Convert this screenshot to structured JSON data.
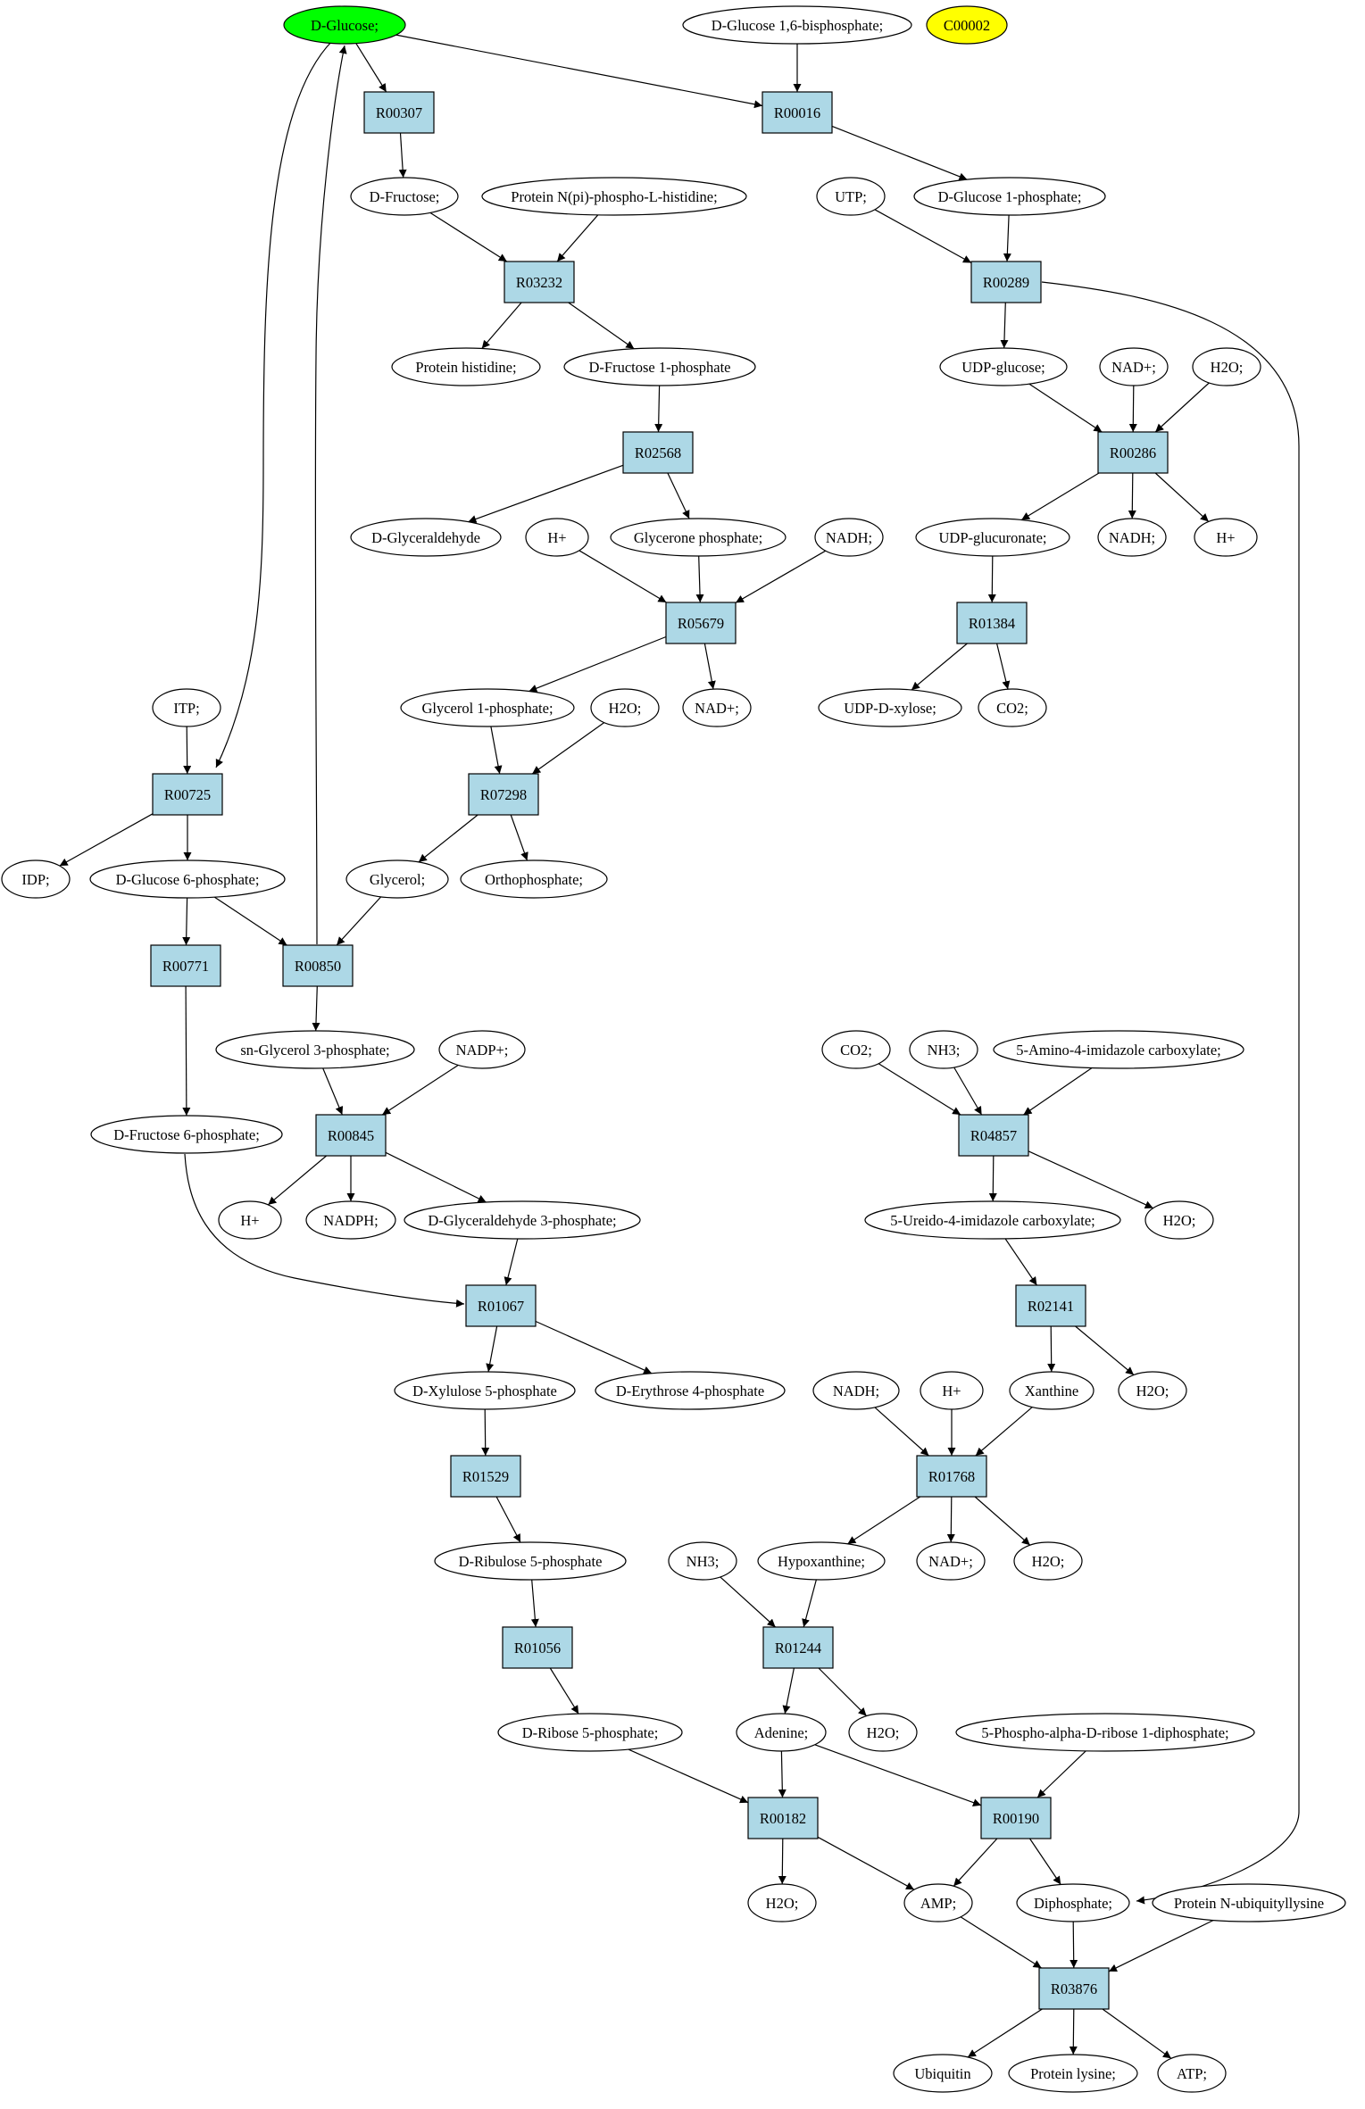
{
  "colors": {
    "reaction_fill": "#add8e6",
    "compound_fill": "#ffffff",
    "start_compound_fill": "#00ff00",
    "highlight_compound_fill": "#ffff00",
    "stroke": "#000000"
  },
  "compounds": [
    {
      "id": "glucose",
      "label": "D-Glucose;",
      "fill": "start"
    },
    {
      "id": "g16bp",
      "label": "D-Glucose 1,6-bisphosphate;"
    },
    {
      "id": "c00002",
      "label": "C00002",
      "fill": "highlight"
    },
    {
      "id": "fructose",
      "label": "D-Fructose;"
    },
    {
      "id": "prot_nphis",
      "label": "Protein N(pi)-phospho-L-histidine;"
    },
    {
      "id": "utp",
      "label": "UTP;"
    },
    {
      "id": "g1p",
      "label": "D-Glucose 1-phosphate;"
    },
    {
      "id": "prot_his",
      "label": "Protein histidine;"
    },
    {
      "id": "f1p",
      "label": "D-Fructose 1-phosphate"
    },
    {
      "id": "udpglc",
      "label": "UDP-glucose;"
    },
    {
      "id": "nadp_286",
      "label": "NAD+;"
    },
    {
      "id": "h2o_286",
      "label": "H2O;"
    },
    {
      "id": "glyald",
      "label": "D-Glyceraldehyde"
    },
    {
      "id": "h_5679",
      "label": "H+"
    },
    {
      "id": "dhap",
      "label": "Glycerone phosphate;"
    },
    {
      "id": "nadh_5679",
      "label": "NADH;"
    },
    {
      "id": "udpglcA",
      "label": "UDP-glucuronate;"
    },
    {
      "id": "nadh_286",
      "label": "NADH;"
    },
    {
      "id": "h_286",
      "label": "H+"
    },
    {
      "id": "itp",
      "label": "ITP;"
    },
    {
      "id": "gly1p",
      "label": "Glycerol 1-phosphate;"
    },
    {
      "id": "h2o_7298",
      "label": "H2O;"
    },
    {
      "id": "nad_5679",
      "label": "NAD+;"
    },
    {
      "id": "udpxyl",
      "label": "UDP-D-xylose;"
    },
    {
      "id": "co2_1384",
      "label": "CO2;"
    },
    {
      "id": "idp",
      "label": "IDP;"
    },
    {
      "id": "g6p",
      "label": "D-Glucose 6-phosphate;"
    },
    {
      "id": "glycerol",
      "label": "Glycerol;"
    },
    {
      "id": "pi",
      "label": "Orthophosphate;"
    },
    {
      "id": "sng3p",
      "label": "sn-Glycerol 3-phosphate;"
    },
    {
      "id": "nadp_845",
      "label": "NADP+;"
    },
    {
      "id": "co2_4857",
      "label": "CO2;"
    },
    {
      "id": "nh3_4857",
      "label": "NH3;"
    },
    {
      "id": "aica",
      "label": "5-Amino-4-imidazole carboxylate;"
    },
    {
      "id": "f6p",
      "label": "D-Fructose 6-phosphate;"
    },
    {
      "id": "h_845",
      "label": "H+"
    },
    {
      "id": "nadph",
      "label": "NADPH;"
    },
    {
      "id": "gap",
      "label": "D-Glyceraldehyde 3-phosphate;"
    },
    {
      "id": "uica",
      "label": "5-Ureido-4-imidazole carboxylate;"
    },
    {
      "id": "h2o_4857",
      "label": "H2O;"
    },
    {
      "id": "xu5p",
      "label": "D-Xylulose 5-phosphate"
    },
    {
      "id": "e4p",
      "label": "D-Erythrose 4-phosphate"
    },
    {
      "id": "nadh_1768",
      "label": "NADH;"
    },
    {
      "id": "h_1768",
      "label": "H+"
    },
    {
      "id": "xanthine",
      "label": "Xanthine"
    },
    {
      "id": "h2o_2141",
      "label": "H2O;"
    },
    {
      "id": "ru5p",
      "label": "D-Ribulose 5-phosphate"
    },
    {
      "id": "nh3_1244",
      "label": "NH3;"
    },
    {
      "id": "hypox",
      "label": "Hypoxanthine;"
    },
    {
      "id": "nad_1768",
      "label": "NAD+;"
    },
    {
      "id": "h2o_1768",
      "label": "H2O;"
    },
    {
      "id": "r5p",
      "label": "D-Ribose 5-phosphate;"
    },
    {
      "id": "adenine",
      "label": "Adenine;"
    },
    {
      "id": "h2o_1244",
      "label": "H2O;"
    },
    {
      "id": "prpp",
      "label": "5-Phospho-alpha-D-ribose 1-diphosphate;"
    },
    {
      "id": "h2o_182",
      "label": "H2O;"
    },
    {
      "id": "amp",
      "label": "AMP;"
    },
    {
      "id": "ppi",
      "label": "Diphosphate;"
    },
    {
      "id": "protub",
      "label": "Protein N-ubiquityllysine"
    },
    {
      "id": "ubiquitin",
      "label": "Ubiquitin"
    },
    {
      "id": "protlys",
      "label": "Protein lysine;"
    },
    {
      "id": "atp",
      "label": "ATP;"
    }
  ],
  "reactions": [
    {
      "id": "R00307",
      "label": "R00307"
    },
    {
      "id": "R00016",
      "label": "R00016"
    },
    {
      "id": "R03232",
      "label": "R03232"
    },
    {
      "id": "R00289",
      "label": "R00289"
    },
    {
      "id": "R02568",
      "label": "R02568"
    },
    {
      "id": "R00286",
      "label": "R00286"
    },
    {
      "id": "R05679",
      "label": "R05679"
    },
    {
      "id": "R01384",
      "label": "R01384"
    },
    {
      "id": "R00725",
      "label": "R00725"
    },
    {
      "id": "R07298",
      "label": "R07298"
    },
    {
      "id": "R00771",
      "label": "R00771"
    },
    {
      "id": "R00850",
      "label": "R00850"
    },
    {
      "id": "R00845",
      "label": "R00845"
    },
    {
      "id": "R04857",
      "label": "R04857"
    },
    {
      "id": "R01067",
      "label": "R01067"
    },
    {
      "id": "R02141",
      "label": "R02141"
    },
    {
      "id": "R01529",
      "label": "R01529"
    },
    {
      "id": "R01768",
      "label": "R01768"
    },
    {
      "id": "R01056",
      "label": "R01056"
    },
    {
      "id": "R01244",
      "label": "R01244"
    },
    {
      "id": "R00182",
      "label": "R00182"
    },
    {
      "id": "R00190",
      "label": "R00190"
    },
    {
      "id": "R03876",
      "label": "R03876"
    }
  ],
  "edges": [
    [
      "glucose",
      "R00307"
    ],
    [
      "glucose",
      "R00016"
    ],
    [
      "glucose",
      "R00725"
    ],
    [
      "g16bp",
      "R00016"
    ],
    [
      "R00307",
      "fructose"
    ],
    [
      "R00016",
      "g1p"
    ],
    [
      "fructose",
      "R03232"
    ],
    [
      "prot_nphis",
      "R03232"
    ],
    [
      "R03232",
      "prot_his"
    ],
    [
      "R03232",
      "f1p"
    ],
    [
      "utp",
      "R00289"
    ],
    [
      "g1p",
      "R00289"
    ],
    [
      "R00289",
      "udpglc"
    ],
    [
      "R00289",
      "ppi"
    ],
    [
      "f1p",
      "R02568"
    ],
    [
      "R02568",
      "glyald"
    ],
    [
      "R02568",
      "dhap"
    ],
    [
      "udpglc",
      "R00286"
    ],
    [
      "nadp_286",
      "R00286"
    ],
    [
      "h2o_286",
      "R00286"
    ],
    [
      "R00286",
      "udpglcA"
    ],
    [
      "R00286",
      "nadh_286"
    ],
    [
      "R00286",
      "h_286"
    ],
    [
      "h_5679",
      "R05679"
    ],
    [
      "dhap",
      "R05679"
    ],
    [
      "nadh_5679",
      "R05679"
    ],
    [
      "R05679",
      "gly1p"
    ],
    [
      "R05679",
      "nad_5679"
    ],
    [
      "udpglcA",
      "R01384"
    ],
    [
      "R01384",
      "udpxyl"
    ],
    [
      "R01384",
      "co2_1384"
    ],
    [
      "itp",
      "R00725"
    ],
    [
      "R00725",
      "idp"
    ],
    [
      "R00725",
      "g6p"
    ],
    [
      "gly1p",
      "R07298"
    ],
    [
      "h2o_7298",
      "R07298"
    ],
    [
      "R07298",
      "glycerol"
    ],
    [
      "R07298",
      "pi"
    ],
    [
      "g6p",
      "R00771"
    ],
    [
      "g6p",
      "R00850"
    ],
    [
      "glycerol",
      "R00850"
    ],
    [
      "R00850",
      "glucose"
    ],
    [
      "R00850",
      "sng3p"
    ],
    [
      "R00771",
      "f6p"
    ],
    [
      "sng3p",
      "R00845"
    ],
    [
      "nadp_845",
      "R00845"
    ],
    [
      "R00845",
      "h_845"
    ],
    [
      "R00845",
      "nadph"
    ],
    [
      "R00845",
      "gap"
    ],
    [
      "co2_4857",
      "R04857"
    ],
    [
      "nh3_4857",
      "R04857"
    ],
    [
      "aica",
      "R04857"
    ],
    [
      "R04857",
      "uica"
    ],
    [
      "R04857",
      "h2o_4857"
    ],
    [
      "f6p",
      "R01067"
    ],
    [
      "gap",
      "R01067"
    ],
    [
      "R01067",
      "xu5p"
    ],
    [
      "R01067",
      "e4p"
    ],
    [
      "uica",
      "R02141"
    ],
    [
      "R02141",
      "xanthine"
    ],
    [
      "R02141",
      "h2o_2141"
    ],
    [
      "xu5p",
      "R01529"
    ],
    [
      "R01529",
      "ru5p"
    ],
    [
      "nadh_1768",
      "R01768"
    ],
    [
      "h_1768",
      "R01768"
    ],
    [
      "xanthine",
      "R01768"
    ],
    [
      "R01768",
      "hypox"
    ],
    [
      "R01768",
      "nad_1768"
    ],
    [
      "R01768",
      "h2o_1768"
    ],
    [
      "ru5p",
      "R01056"
    ],
    [
      "R01056",
      "r5p"
    ],
    [
      "nh3_1244",
      "R01244"
    ],
    [
      "hypox",
      "R01244"
    ],
    [
      "R01244",
      "adenine"
    ],
    [
      "R01244",
      "h2o_1244"
    ],
    [
      "r5p",
      "R00182"
    ],
    [
      "adenine",
      "R00182"
    ],
    [
      "R00182",
      "h2o_182"
    ],
    [
      "R00182",
      "amp"
    ],
    [
      "adenine",
      "R00190"
    ],
    [
      "prpp",
      "R00190"
    ],
    [
      "R00190",
      "amp"
    ],
    [
      "R00190",
      "ppi"
    ],
    [
      "amp",
      "R03876"
    ],
    [
      "ppi",
      "R03876"
    ],
    [
      "protub",
      "R03876"
    ],
    [
      "R03876",
      "ubiquitin"
    ],
    [
      "R03876",
      "protlys"
    ],
    [
      "R03876",
      "atp"
    ]
  ]
}
